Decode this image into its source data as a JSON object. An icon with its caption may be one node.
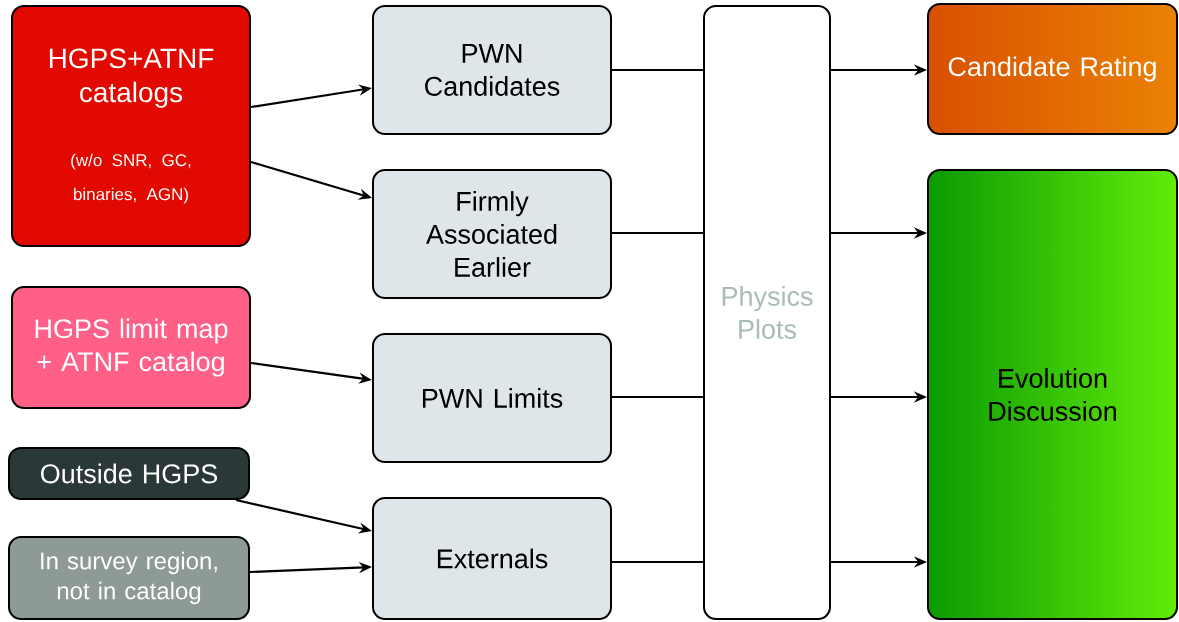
{
  "diagram": {
    "nodes": [
      {
        "text": [
          "HGPS+ATNF catalogs",
          "(w/o SNR, GC, binaries, AGN)"
        ]
      },
      {
        "text": [
          "HGPS limit map + ATNF catalog"
        ]
      },
      {
        "text": [
          "Outside HGPS"
        ]
      },
      {
        "text": [
          "In survey region, not in catalog"
        ]
      },
      {
        "text": [
          "PWN Candidates"
        ]
      },
      {
        "text": [
          "Firmly Associated Earlier"
        ]
      },
      {
        "text": [
          "PWN Limits"
        ]
      },
      {
        "text": [
          "Externals"
        ]
      },
      {
        "text": [
          "Physics Plots"
        ]
      },
      {
        "text": [
          "Candidate Rating"
        ]
      },
      {
        "text": [
          "Evolution Discussion"
        ]
      }
    ],
    "edges": [
      {
        "from": 0,
        "to": 4,
        "arrow": "to"
      },
      {
        "from": 0,
        "to": 5,
        "arrow": "to"
      },
      {
        "from": 1,
        "to": 6,
        "arrow": "to"
      },
      {
        "from": 2,
        "to": 7,
        "arrow": "to"
      },
      {
        "from": 3,
        "to": 7,
        "arrow": "to"
      },
      {
        "from": 4,
        "to": 8,
        "arrow": "none"
      },
      {
        "from": 5,
        "to": 8,
        "arrow": "none"
      },
      {
        "from": 6,
        "to": 8,
        "arrow": "none"
      },
      {
        "from": 7,
        "to": 8,
        "arrow": "none"
      },
      {
        "from": 8,
        "to": 9,
        "arrow": "to"
      },
      {
        "from": 8,
        "to": 10,
        "arrow": "to"
      },
      {
        "from": 8,
        "to": 10,
        "arrow": "to"
      },
      {
        "from": 8,
        "to": 10,
        "arrow": "to"
      }
    ]
  }
}
